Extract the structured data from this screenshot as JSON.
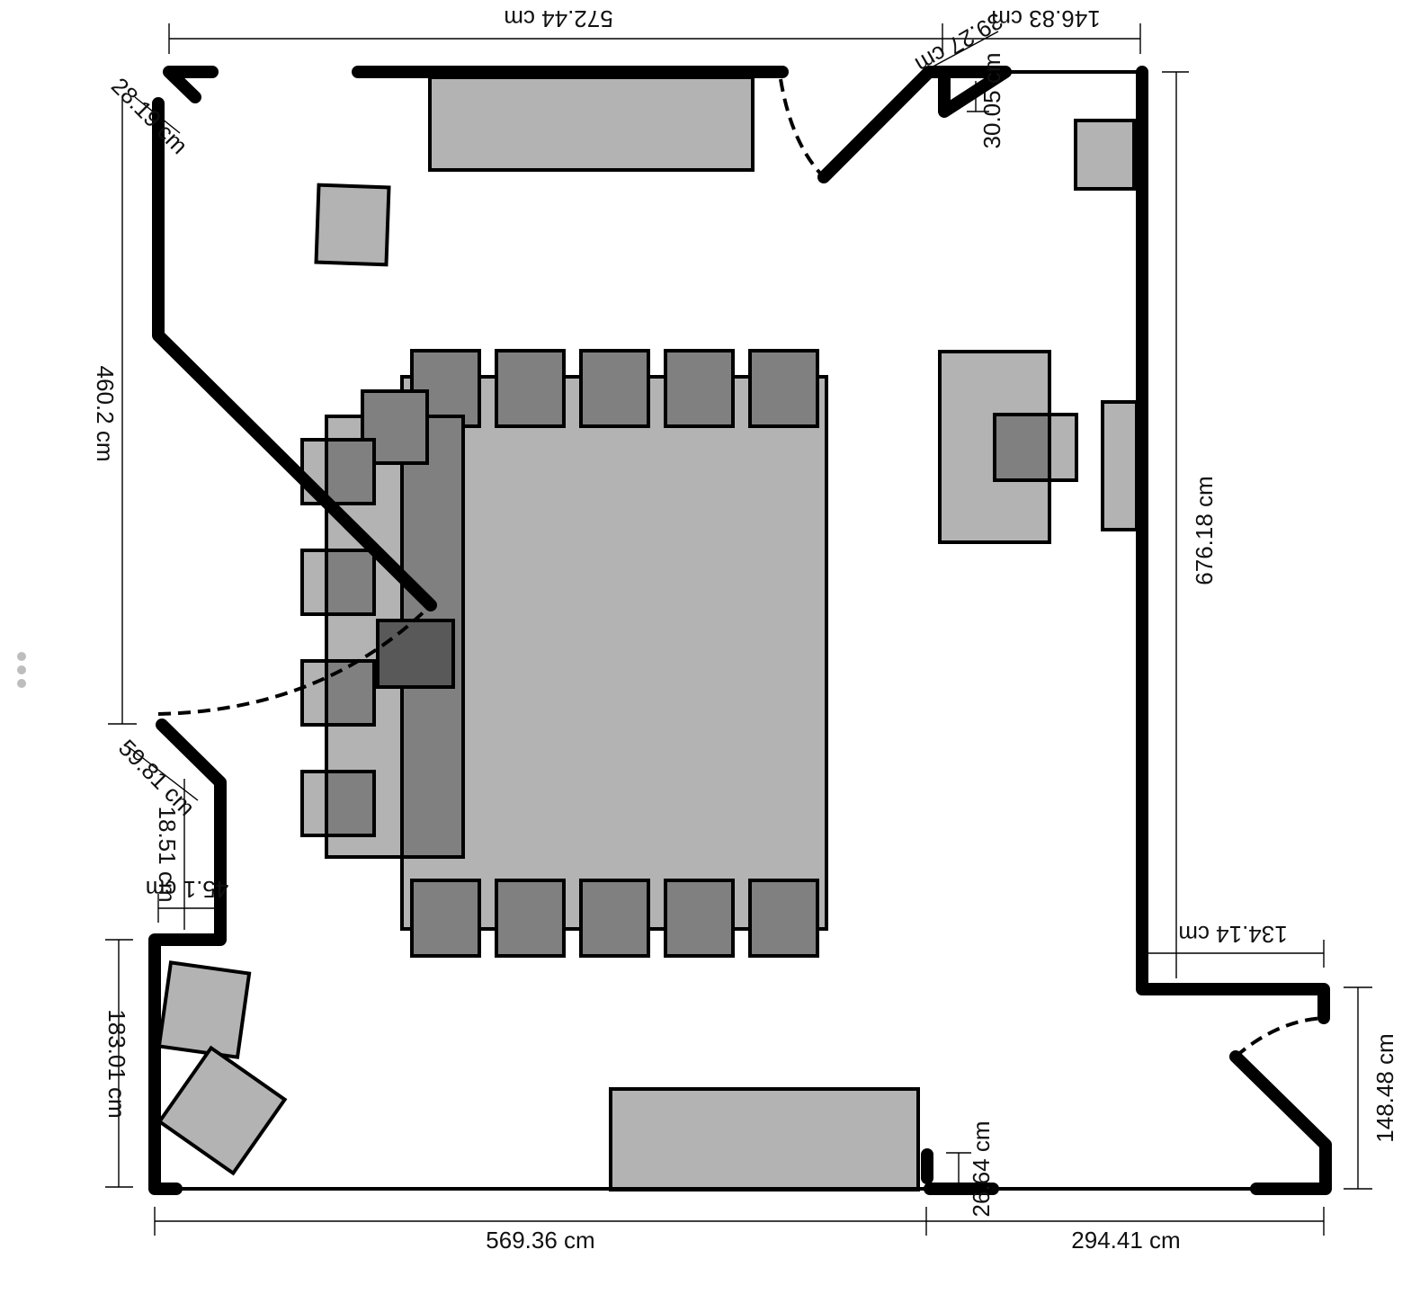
{
  "dimensions": {
    "top_total": "572.44 cm",
    "top_right": "146.83 cm",
    "top_right_diag": "39.27 cm",
    "top_right_vert": "30.05 cm",
    "top_left_diag": "28.19 cm",
    "left_upper": "460.2 cm",
    "left_diag_lower": "59.81 cm",
    "left_small_vert": "18.51 cm",
    "left_small_horiz": "45.1 cm",
    "left_lower": "183.01 cm",
    "right_total": "676.18 cm",
    "right_step": "134.14 cm",
    "right_lower": "148.48 cm",
    "bottom_left": "569.36 cm",
    "bottom_right": "294.41 cm",
    "bottom_small": "26.64 cm"
  },
  "colors": {
    "wall": "#000000",
    "furniture_light": "#b3b3b3",
    "furniture_mid": "#808080",
    "furniture_dark": "#595959",
    "background": "#ffffff"
  },
  "icons": {
    "menu": "more-vertical-icon"
  }
}
